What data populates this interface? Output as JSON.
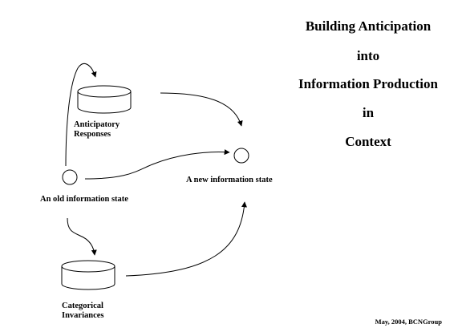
{
  "title": {
    "lines": [
      "Building Anticipation",
      "into",
      "Information Production",
      "in",
      "Context"
    ]
  },
  "labels": {
    "anticipatory": [
      "Anticipatory",
      "Responses"
    ],
    "old_state": "An old information state",
    "new_state": "A new information state",
    "categorical": [
      "Categorical",
      "Invariances"
    ]
  },
  "footer": "May, 2004, BCNGroup"
}
